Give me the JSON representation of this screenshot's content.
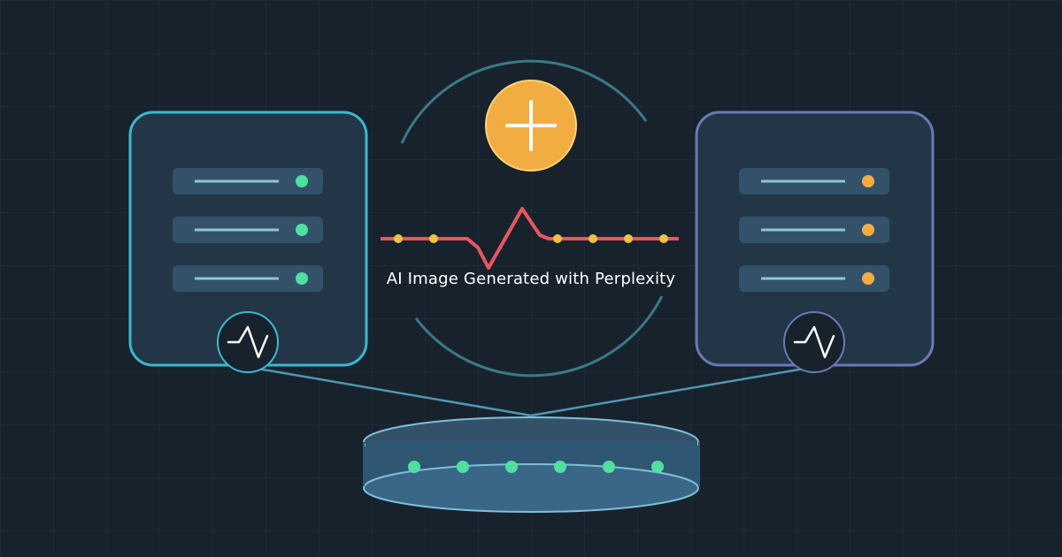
{
  "caption": {
    "text": "AI Image Generated with Perplexity"
  },
  "colors": {
    "background": "#18222d",
    "grid": "#223040",
    "left_server_border": "#3cb8cc",
    "right_server_border": "#6a7ab4",
    "server_fill": "#233648",
    "slot_fill": "#33526a",
    "slot_line": "#8ec6d6",
    "left_led": "#4fe0a0",
    "right_led": "#f2ad42",
    "plus_circle": "#f2ad42",
    "pulse_line": "#e8575f",
    "pulse_dot": "#f2c04a",
    "arc": "#3a7a86",
    "link_line": "#4f98b0",
    "platform_fill": "#2f5672",
    "platform_edge": "#7ec0da",
    "platform_led": "#4fe0a0"
  },
  "icons": {
    "left_monitor": "heartbeat-icon",
    "right_monitor": "heartbeat-icon",
    "center": "plus-icon"
  },
  "left_server": {
    "slots": 3,
    "led_state": "green"
  },
  "right_server": {
    "slots": 3,
    "led_state": "orange"
  },
  "platform": {
    "leds": 6
  }
}
